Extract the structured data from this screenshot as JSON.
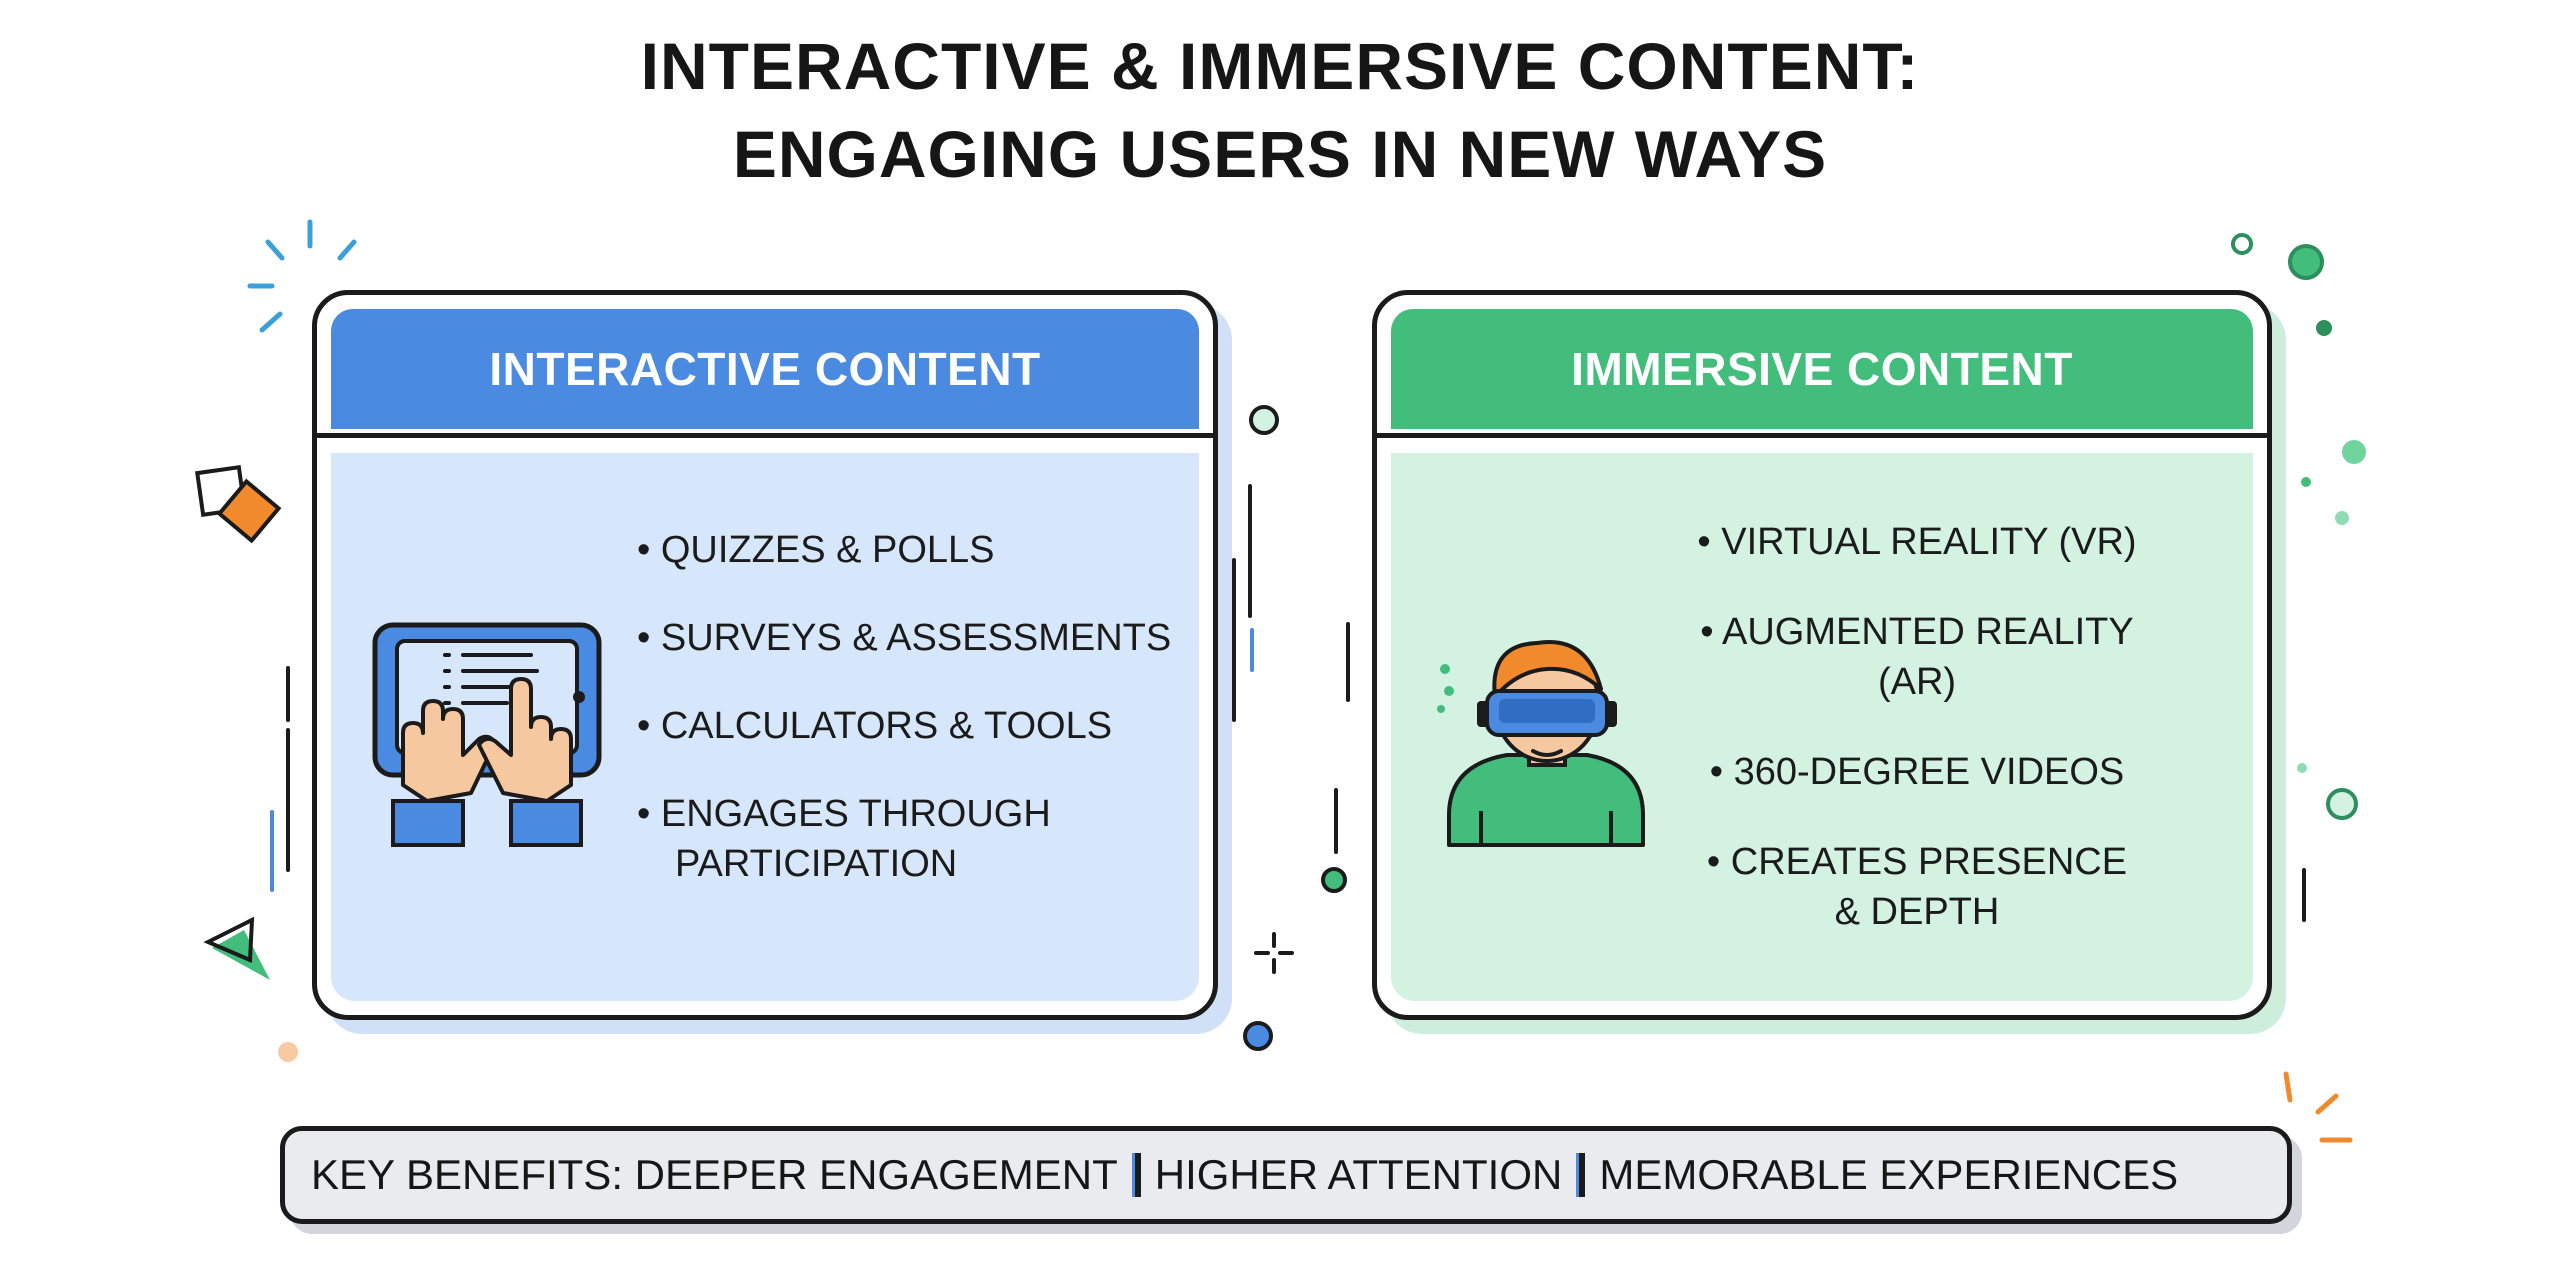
{
  "title": {
    "line1": "INTERACTIVE & IMMERSIVE CONTENT:",
    "line2": "ENGAGING USERS IN NEW WAYS"
  },
  "interactive": {
    "heading": "INTERACTIVE CONTENT",
    "icon": "tablet-hands-icon",
    "accent": "#4a8ae0",
    "items": [
      {
        "line1": "• QUIZZES & POLLS",
        "line2": ""
      },
      {
        "line1": "• SURVEYS & ASSESSMENTS",
        "line2": ""
      },
      {
        "line1": "• CALCULATORS & TOOLS",
        "line2": ""
      },
      {
        "line1": "• ENGAGES THROUGH",
        "line2": "PARTICIPATION"
      }
    ]
  },
  "immersive": {
    "heading": "IMMERSIVE CONTENT",
    "icon": "vr-headset-person-icon",
    "accent": "#43bd7c",
    "items": [
      {
        "line1": "• VIRTUAL REALITY (VR)",
        "line2": ""
      },
      {
        "line1": "• AUGMENTED REALITY",
        "line2": "(AR)"
      },
      {
        "line1": "• 360-DEGREE VIDEOS",
        "line2": ""
      },
      {
        "line1": "• CREATES PRESENCE",
        "line2": "& DEPTH"
      }
    ]
  },
  "banner": {
    "label": "KEY BENEFITS:",
    "benefits": [
      "DEEPER ENGAGEMENT",
      "HIGHER ATTENTION",
      "MEMORABLE EXPERIENCES"
    ]
  }
}
